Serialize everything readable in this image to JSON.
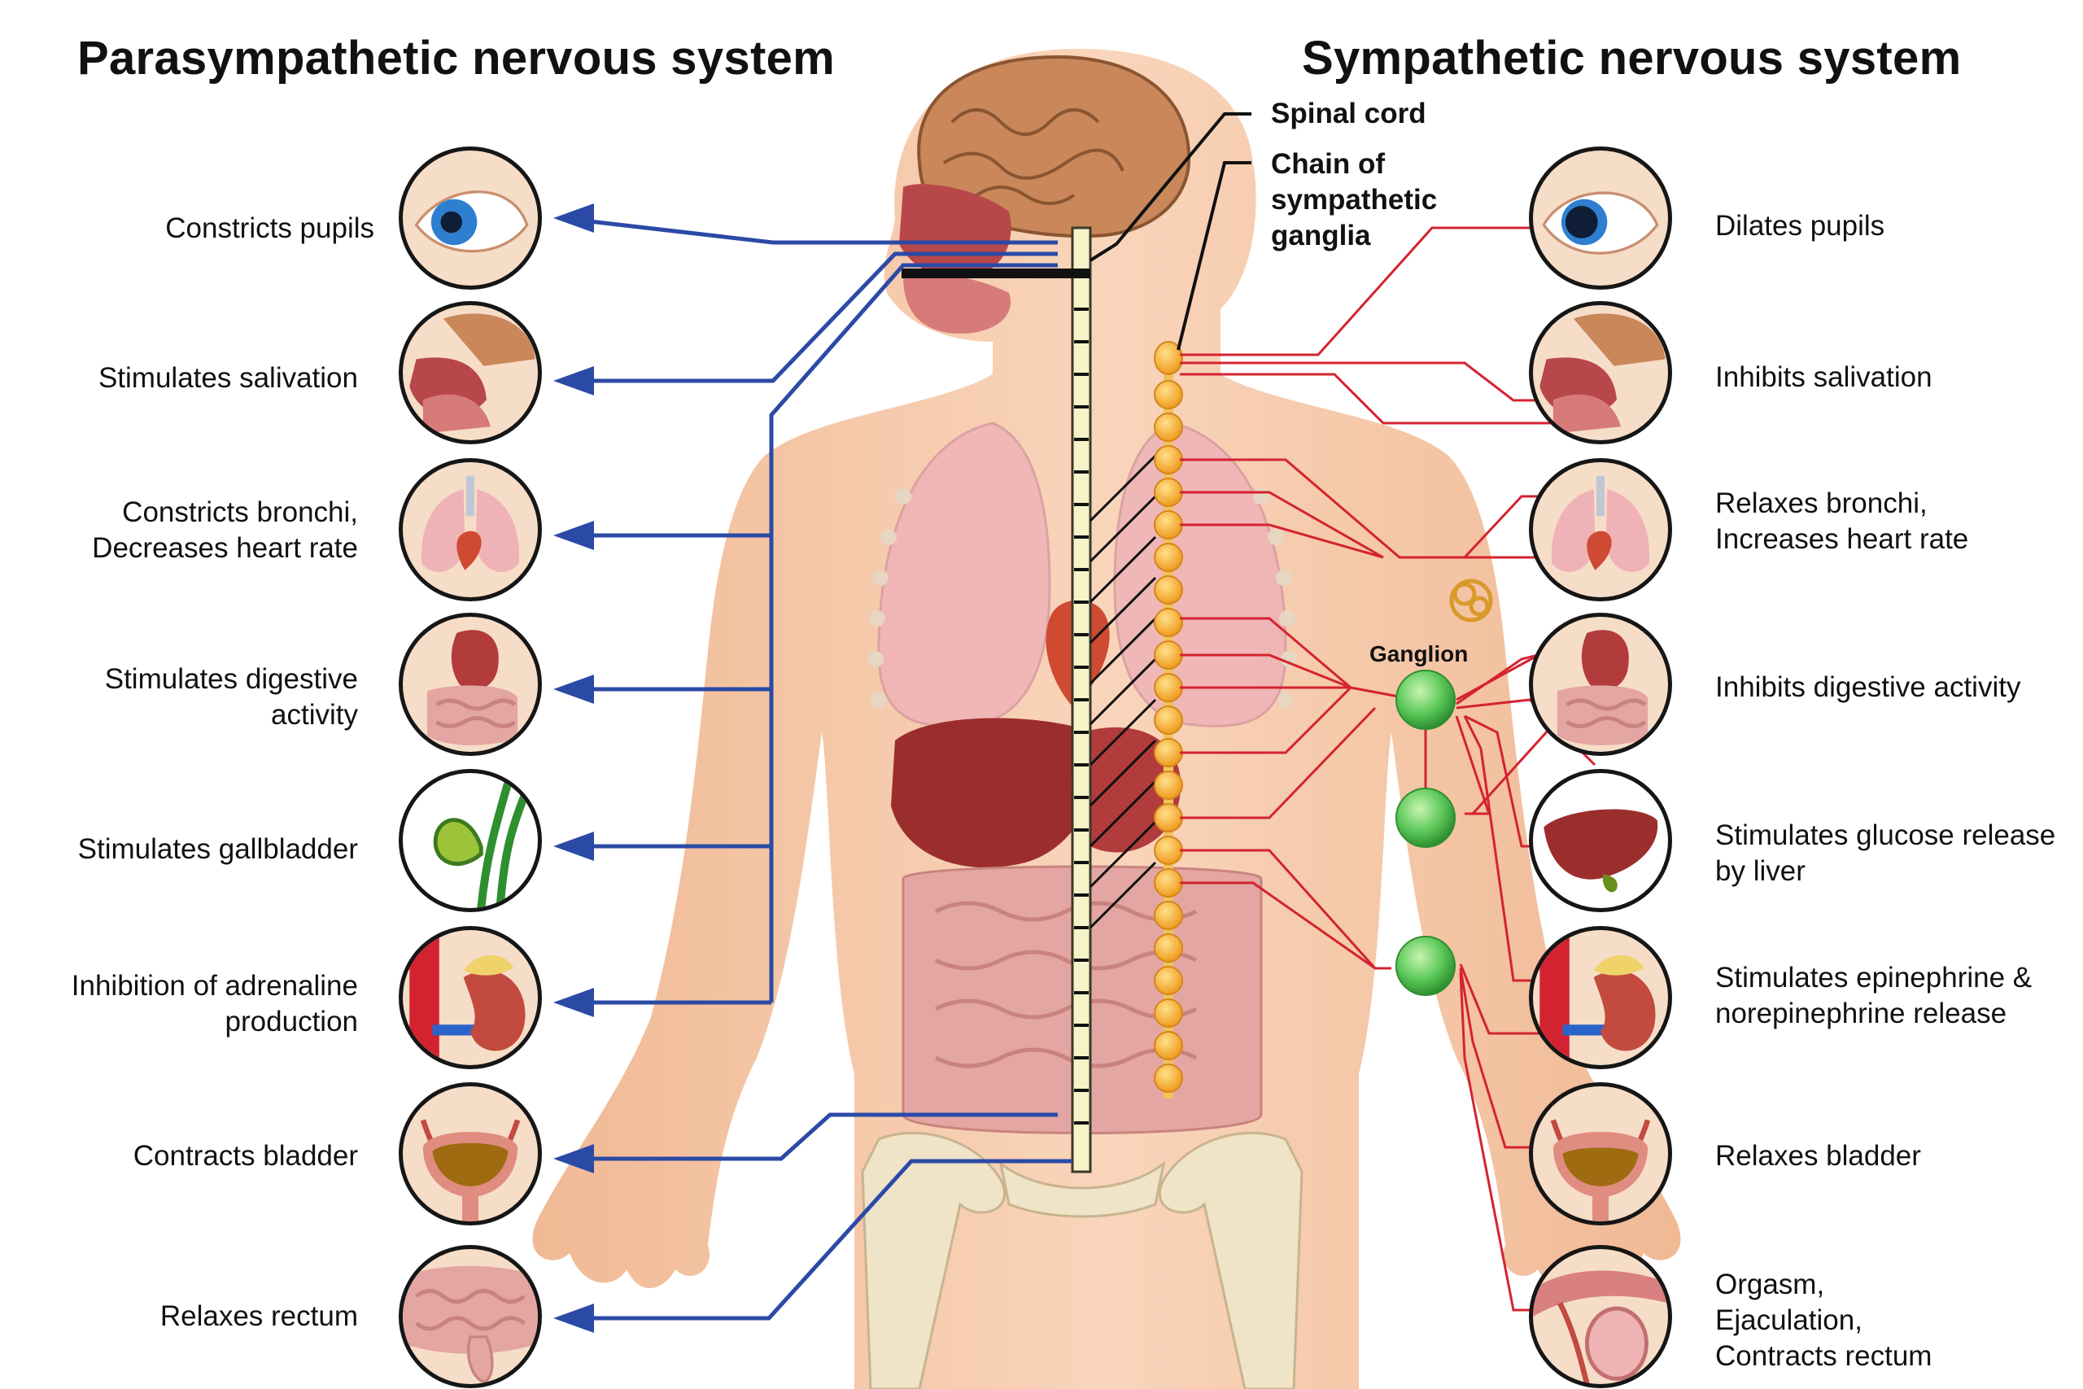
{
  "titles": {
    "left": "Parasympathetic nervous system",
    "right": "Sympathetic nervous system"
  },
  "annotations": {
    "spinal_cord": "Spinal cord",
    "chain": "Chain of\nsympathetic\nganglia",
    "ganglion": "Ganglion"
  },
  "parasympathetic": [
    {
      "text": "Constricts pupils",
      "icon": "eye-icon"
    },
    {
      "text": "Stimulates salivation",
      "icon": "head-section-icon"
    },
    {
      "text": "Constricts bronchi,\nDecreases heart rate",
      "icon": "lungs-heart-icon"
    },
    {
      "text": "Stimulates digestive\nactivity",
      "icon": "digestive-tract-icon"
    },
    {
      "text": "Stimulates gallbladder",
      "icon": "gallbladder-icon"
    },
    {
      "text": "Inhibition of adrenaline\nproduction",
      "icon": "adrenal-kidney-icon"
    },
    {
      "text": "Contracts bladder",
      "icon": "bladder-icon"
    },
    {
      "text": "Relaxes rectum",
      "icon": "rectum-icon"
    }
  ],
  "sympathetic": [
    {
      "text": "Dilates pupils",
      "icon": "eye-icon"
    },
    {
      "text": "Inhibits salivation",
      "icon": "head-section-icon"
    },
    {
      "text": "Relaxes bronchi,\nIncreases heart rate",
      "icon": "lungs-heart-icon"
    },
    {
      "text": "Inhibits digestive activity",
      "icon": "digestive-tract-icon"
    },
    {
      "text": "Stimulates glucose release\nby liver",
      "icon": "liver-icon"
    },
    {
      "text": "Stimulates epinephrine &\nnorepinephrine release",
      "icon": "adrenal-kidney-icon"
    },
    {
      "text": "Relaxes bladder",
      "icon": "bladder-icon"
    },
    {
      "text": "Orgasm,\nEjaculation,\nContracts rectum",
      "icon": "reproductive-organ-icon"
    }
  ],
  "colors": {
    "parasympathetic_line": "#2b4aa6",
    "sympathetic_line": "#d42330",
    "skin": "#f5c9a7",
    "ganglion": "#5fcf5f",
    "sympathetic_chain": "#f5a623",
    "spinal_cord": "#f7f3c8"
  }
}
